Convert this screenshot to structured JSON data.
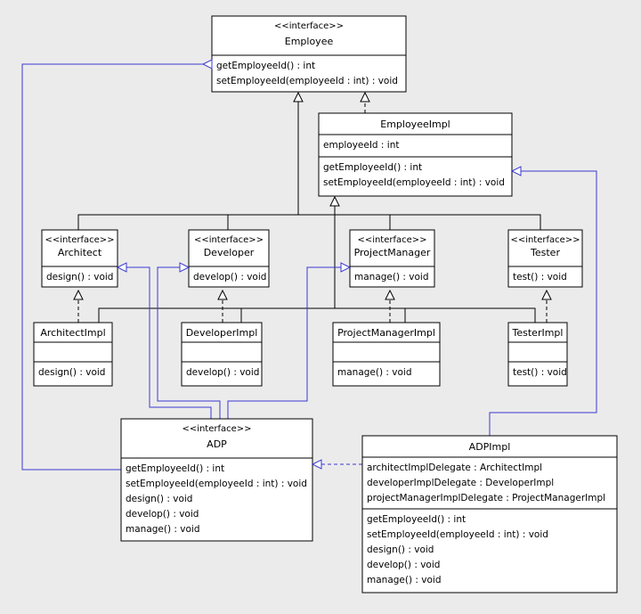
{
  "classes": [
    {
      "id": "employee",
      "stereotype": "<<interface>>",
      "name": "Employee",
      "attributes": [],
      "operations": [
        "getEmployeeId() : int",
        "setEmployeeId(employeeId : int) : void"
      ]
    },
    {
      "id": "employeeimpl",
      "stereotype": "",
      "name": "EmployeeImpl",
      "attributes": [
        "employeeId : int"
      ],
      "operations": [
        "getEmployeeId() : int",
        "setEmployeeId(employeeId : int) : void"
      ]
    },
    {
      "id": "architect",
      "stereotype": "<<interface>>",
      "name": "Architect",
      "attributes": [],
      "operations": [
        "design() : void"
      ]
    },
    {
      "id": "developer",
      "stereotype": "<<interface>>",
      "name": "Developer",
      "attributes": [],
      "operations": [
        "develop() : void"
      ]
    },
    {
      "id": "projectmanager",
      "stereotype": "<<interface>>",
      "name": "ProjectManager",
      "attributes": [],
      "operations": [
        "manage() : void"
      ]
    },
    {
      "id": "tester",
      "stereotype": "<<interface>>",
      "name": "Tester",
      "attributes": [],
      "operations": [
        "test() : void"
      ]
    },
    {
      "id": "architectimpl",
      "stereotype": "",
      "name": "ArchitectImpl",
      "attributes": [],
      "operations": [
        "design() : void"
      ]
    },
    {
      "id": "developerimpl",
      "stereotype": "",
      "name": "DeveloperImpl",
      "attributes": [],
      "operations": [
        "develop() : void"
      ]
    },
    {
      "id": "projectmanagerimpl",
      "stereotype": "",
      "name": "ProjectManagerImpl",
      "attributes": [],
      "operations": [
        "manage() : void"
      ]
    },
    {
      "id": "testerimpl",
      "stereotype": "",
      "name": "TesterImpl",
      "attributes": [],
      "operations": [
        "test() : void"
      ]
    },
    {
      "id": "adp",
      "stereotype": "<<interface>>",
      "name": "ADP",
      "attributes": [],
      "operations": [
        "getEmployeeId() : int",
        "setEmployeeId(employeeId : int) : void",
        "design() : void",
        "develop() : void",
        "manage() : void"
      ]
    },
    {
      "id": "adpimpl",
      "stereotype": "",
      "name": "ADPImpl",
      "attributes": [
        "architectImplDelegate : ArchitectImpl",
        "developerImplDelegate : DeveloperImpl",
        "projectManagerImplDelegate : ProjectManagerImpl"
      ],
      "operations": [
        "getEmployeeId() : int",
        "setEmployeeId(employeeId : int) : void",
        "design() : void",
        "develop() : void",
        "manage() : void"
      ]
    }
  ],
  "relations": [
    {
      "from": "employeeimpl",
      "to": "employee",
      "kind": "realization"
    },
    {
      "from": "architect",
      "to": "employee",
      "kind": "generalization"
    },
    {
      "from": "developer",
      "to": "employee",
      "kind": "generalization"
    },
    {
      "from": "projectmanager",
      "to": "employee",
      "kind": "generalization"
    },
    {
      "from": "tester",
      "to": "employee",
      "kind": "generalization"
    },
    {
      "from": "architectimpl",
      "to": "architect",
      "kind": "realization"
    },
    {
      "from": "developerimpl",
      "to": "developer",
      "kind": "realization"
    },
    {
      "from": "projectmanagerimpl",
      "to": "projectmanager",
      "kind": "realization"
    },
    {
      "from": "testerimpl",
      "to": "tester",
      "kind": "realization"
    },
    {
      "from": "architectimpl",
      "to": "employeeimpl",
      "kind": "generalization"
    },
    {
      "from": "developerimpl",
      "to": "employeeimpl",
      "kind": "generalization"
    },
    {
      "from": "projectmanagerimpl",
      "to": "employeeimpl",
      "kind": "generalization"
    },
    {
      "from": "testerimpl",
      "to": "employeeimpl",
      "kind": "generalization"
    },
    {
      "from": "adp",
      "to": "employee",
      "kind": "generalization"
    },
    {
      "from": "adp",
      "to": "architect",
      "kind": "generalization"
    },
    {
      "from": "adp",
      "to": "developer",
      "kind": "generalization"
    },
    {
      "from": "adp",
      "to": "projectmanager",
      "kind": "generalization"
    },
    {
      "from": "adpimpl",
      "to": "adp",
      "kind": "realization"
    },
    {
      "from": "adpimpl",
      "to": "employeeimpl",
      "kind": "generalization"
    }
  ],
  "colors": {
    "background": "#ecebeb",
    "box_fill": "#ffffff",
    "line_black": "#000000",
    "line_blue": "#3a3ad0"
  }
}
